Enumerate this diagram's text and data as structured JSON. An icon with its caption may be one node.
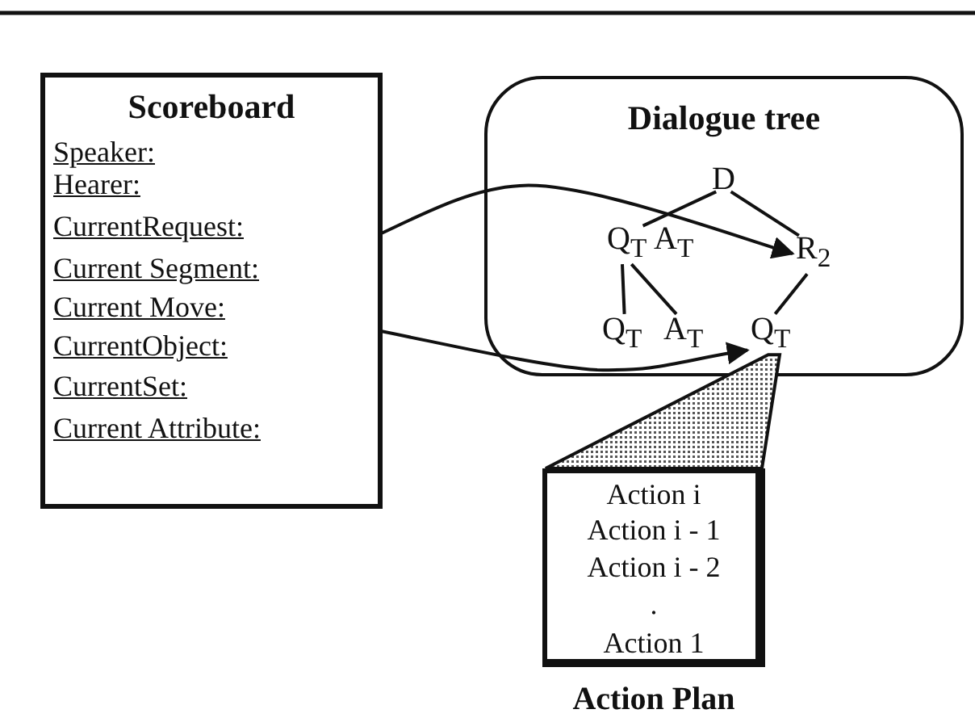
{
  "diagram": {
    "nodes": [
      {
        "text": [
          "Scoreboard"
        ]
      },
      {
        "text": [
          "Speaker:"
        ],
        "in": 0
      },
      {
        "text": [
          "Hearer:"
        ],
        "in": 0
      },
      {
        "text": [
          "CurrentRequest:"
        ],
        "in": 0
      },
      {
        "text": [
          "Current Segment:"
        ],
        "in": 0
      },
      {
        "text": [
          "Current Move:"
        ],
        "in": 0
      },
      {
        "text": [
          "CurrentObject:"
        ],
        "in": 0
      },
      {
        "text": [
          "CurrentSet:"
        ],
        "in": 0
      },
      {
        "text": [
          "Current Attribute:"
        ],
        "in": 0
      },
      {
        "text": [
          "Dialogue tree"
        ]
      },
      {
        "text": [
          "D"
        ],
        "in": 9
      },
      {
        "text": [
          "Q$_{T}$"
        ],
        "in": 9
      },
      {
        "text": [
          "A$_{T}$"
        ],
        "in": 9
      },
      {
        "text": [
          "R$_{2}$"
        ],
        "in": 9
      },
      {
        "text": [
          "Q$_{T}$"
        ],
        "in": 9
      },
      {
        "text": [
          "A$_{T}$"
        ],
        "in": 9
      },
      {
        "text": [
          "Q$_{T}$"
        ],
        "in": 9
      },
      {
        "text": [
          "Action i",
          "Action i - 1",
          "Action i - 2",
          ".",
          "Action 1",
          "Action Plan"
        ]
      }
    ],
    "edges": [
      {
        "from": 10,
        "to": 11,
        "arrow": "none"
      },
      {
        "from": 10,
        "to": 13,
        "arrow": "none"
      },
      {
        "from": 11,
        "to": 14,
        "arrow": "none"
      },
      {
        "from": 11,
        "to": 15,
        "arrow": "none"
      },
      {
        "from": 13,
        "to": 16,
        "arrow": "none"
      },
      {
        "from": 4,
        "to": 13,
        "arrow": "to"
      },
      {
        "from": 5,
        "to": 16,
        "arrow": "to"
      },
      {
        "from": 16,
        "to": 17,
        "arrow": "none"
      }
    ]
  }
}
